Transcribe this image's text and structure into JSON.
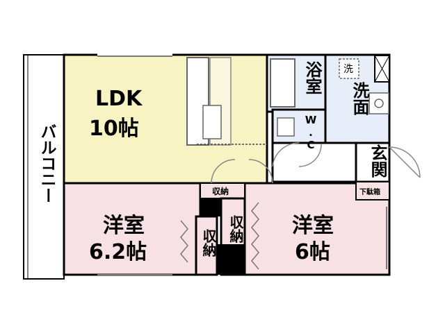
{
  "rooms": {
    "ldk": {
      "name": "LDK",
      "size": "10帖"
    },
    "western1": {
      "name": "洋室",
      "size": "6.2帖"
    },
    "western2": {
      "name": "洋室",
      "size": "6帖"
    },
    "bath": {
      "name": "浴室"
    },
    "washroom": {
      "name": "洗面"
    },
    "toilet": {
      "name": "W.C"
    },
    "entrance": {
      "name": "玄関"
    },
    "balcony": {
      "name": "バルコニー"
    }
  },
  "storage": {
    "top_closet": "収納",
    "left_closet": "収納",
    "right_closet": "収納",
    "shoe_box": "下駄箱"
  },
  "fixtures": {
    "washer": "洗"
  },
  "colors": {
    "ldk_fill": "#f7f3c2",
    "western_fill": "#f8e1e4",
    "wet_fill": "#e7eefa",
    "wall": "#000000"
  }
}
